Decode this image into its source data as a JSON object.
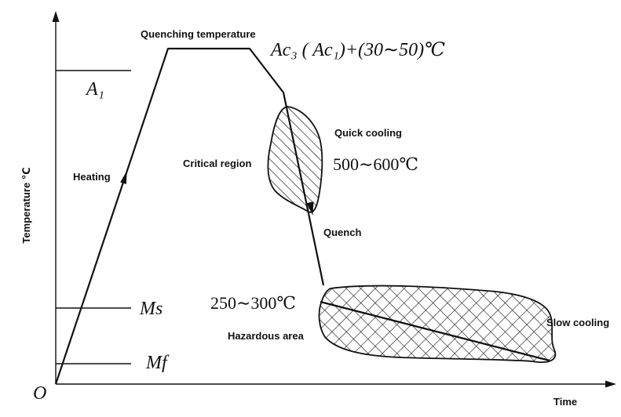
{
  "labels": {
    "quenching_temperature": "Quenching temperature",
    "ac3_formula": "Ac₃ ( Ac₁)+(30∼50)℃",
    "a1": "A₁",
    "heating": "Heating",
    "critical_region": "Critical region",
    "quick_cooling": "Quick cooling",
    "quick_cooling_range": "500∼600℃",
    "quench": "Quench",
    "ms": "Ms",
    "ms_range": "250∼300℃",
    "hazardous_area": "Hazardous area",
    "slow_cooling": "Slow cooling",
    "mf": "Mf",
    "origin": "O",
    "y_axis": "Temperature ℃",
    "x_axis": "Time"
  }
}
